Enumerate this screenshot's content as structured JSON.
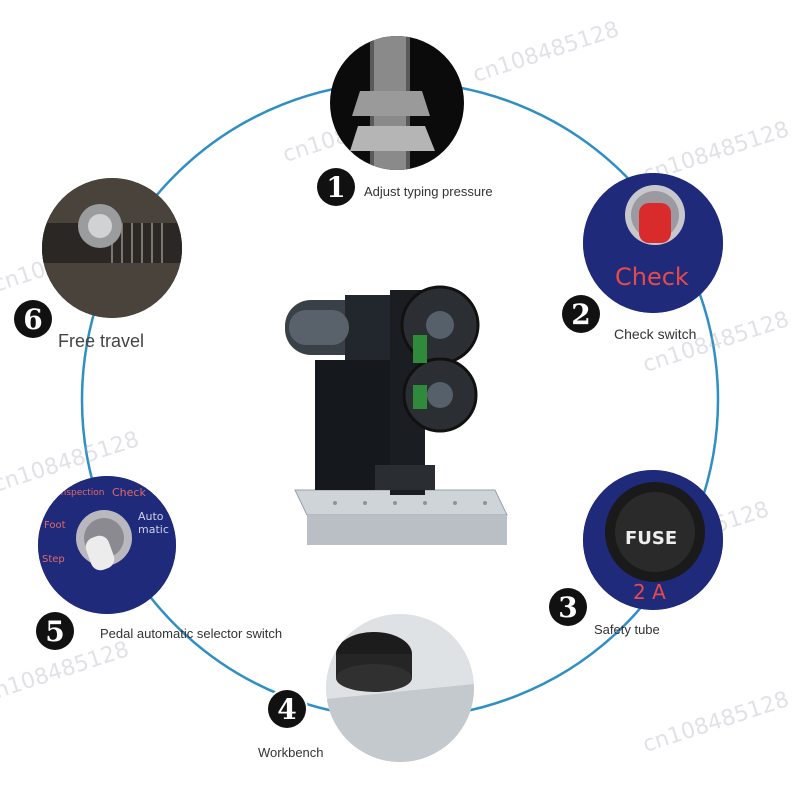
{
  "features": [
    {
      "number": "1",
      "label": "Adjust typing pressure"
    },
    {
      "number": "2",
      "label": "Check switch"
    },
    {
      "number": "3",
      "label": "Safety tube"
    },
    {
      "number": "4",
      "label": "Workbench"
    },
    {
      "number": "5",
      "label": "Pedal automatic selector switch"
    },
    {
      "number": "6",
      "label": "Free travel"
    }
  ],
  "photo_text": {
    "check_button": "Check",
    "fuse": "FUSE",
    "fuse_rating": "2 A",
    "selector_inspection": "Inspection",
    "selector_check": "Check",
    "selector_auto": "Auto matic",
    "selector_foot": "Foot",
    "selector_step": "Step"
  },
  "watermark": "cn108485128",
  "colors": {
    "ring": "#2f8fc4",
    "badge": "#111111",
    "button_red": "#d92b2b",
    "panel_blue": "#1f2a7a"
  }
}
